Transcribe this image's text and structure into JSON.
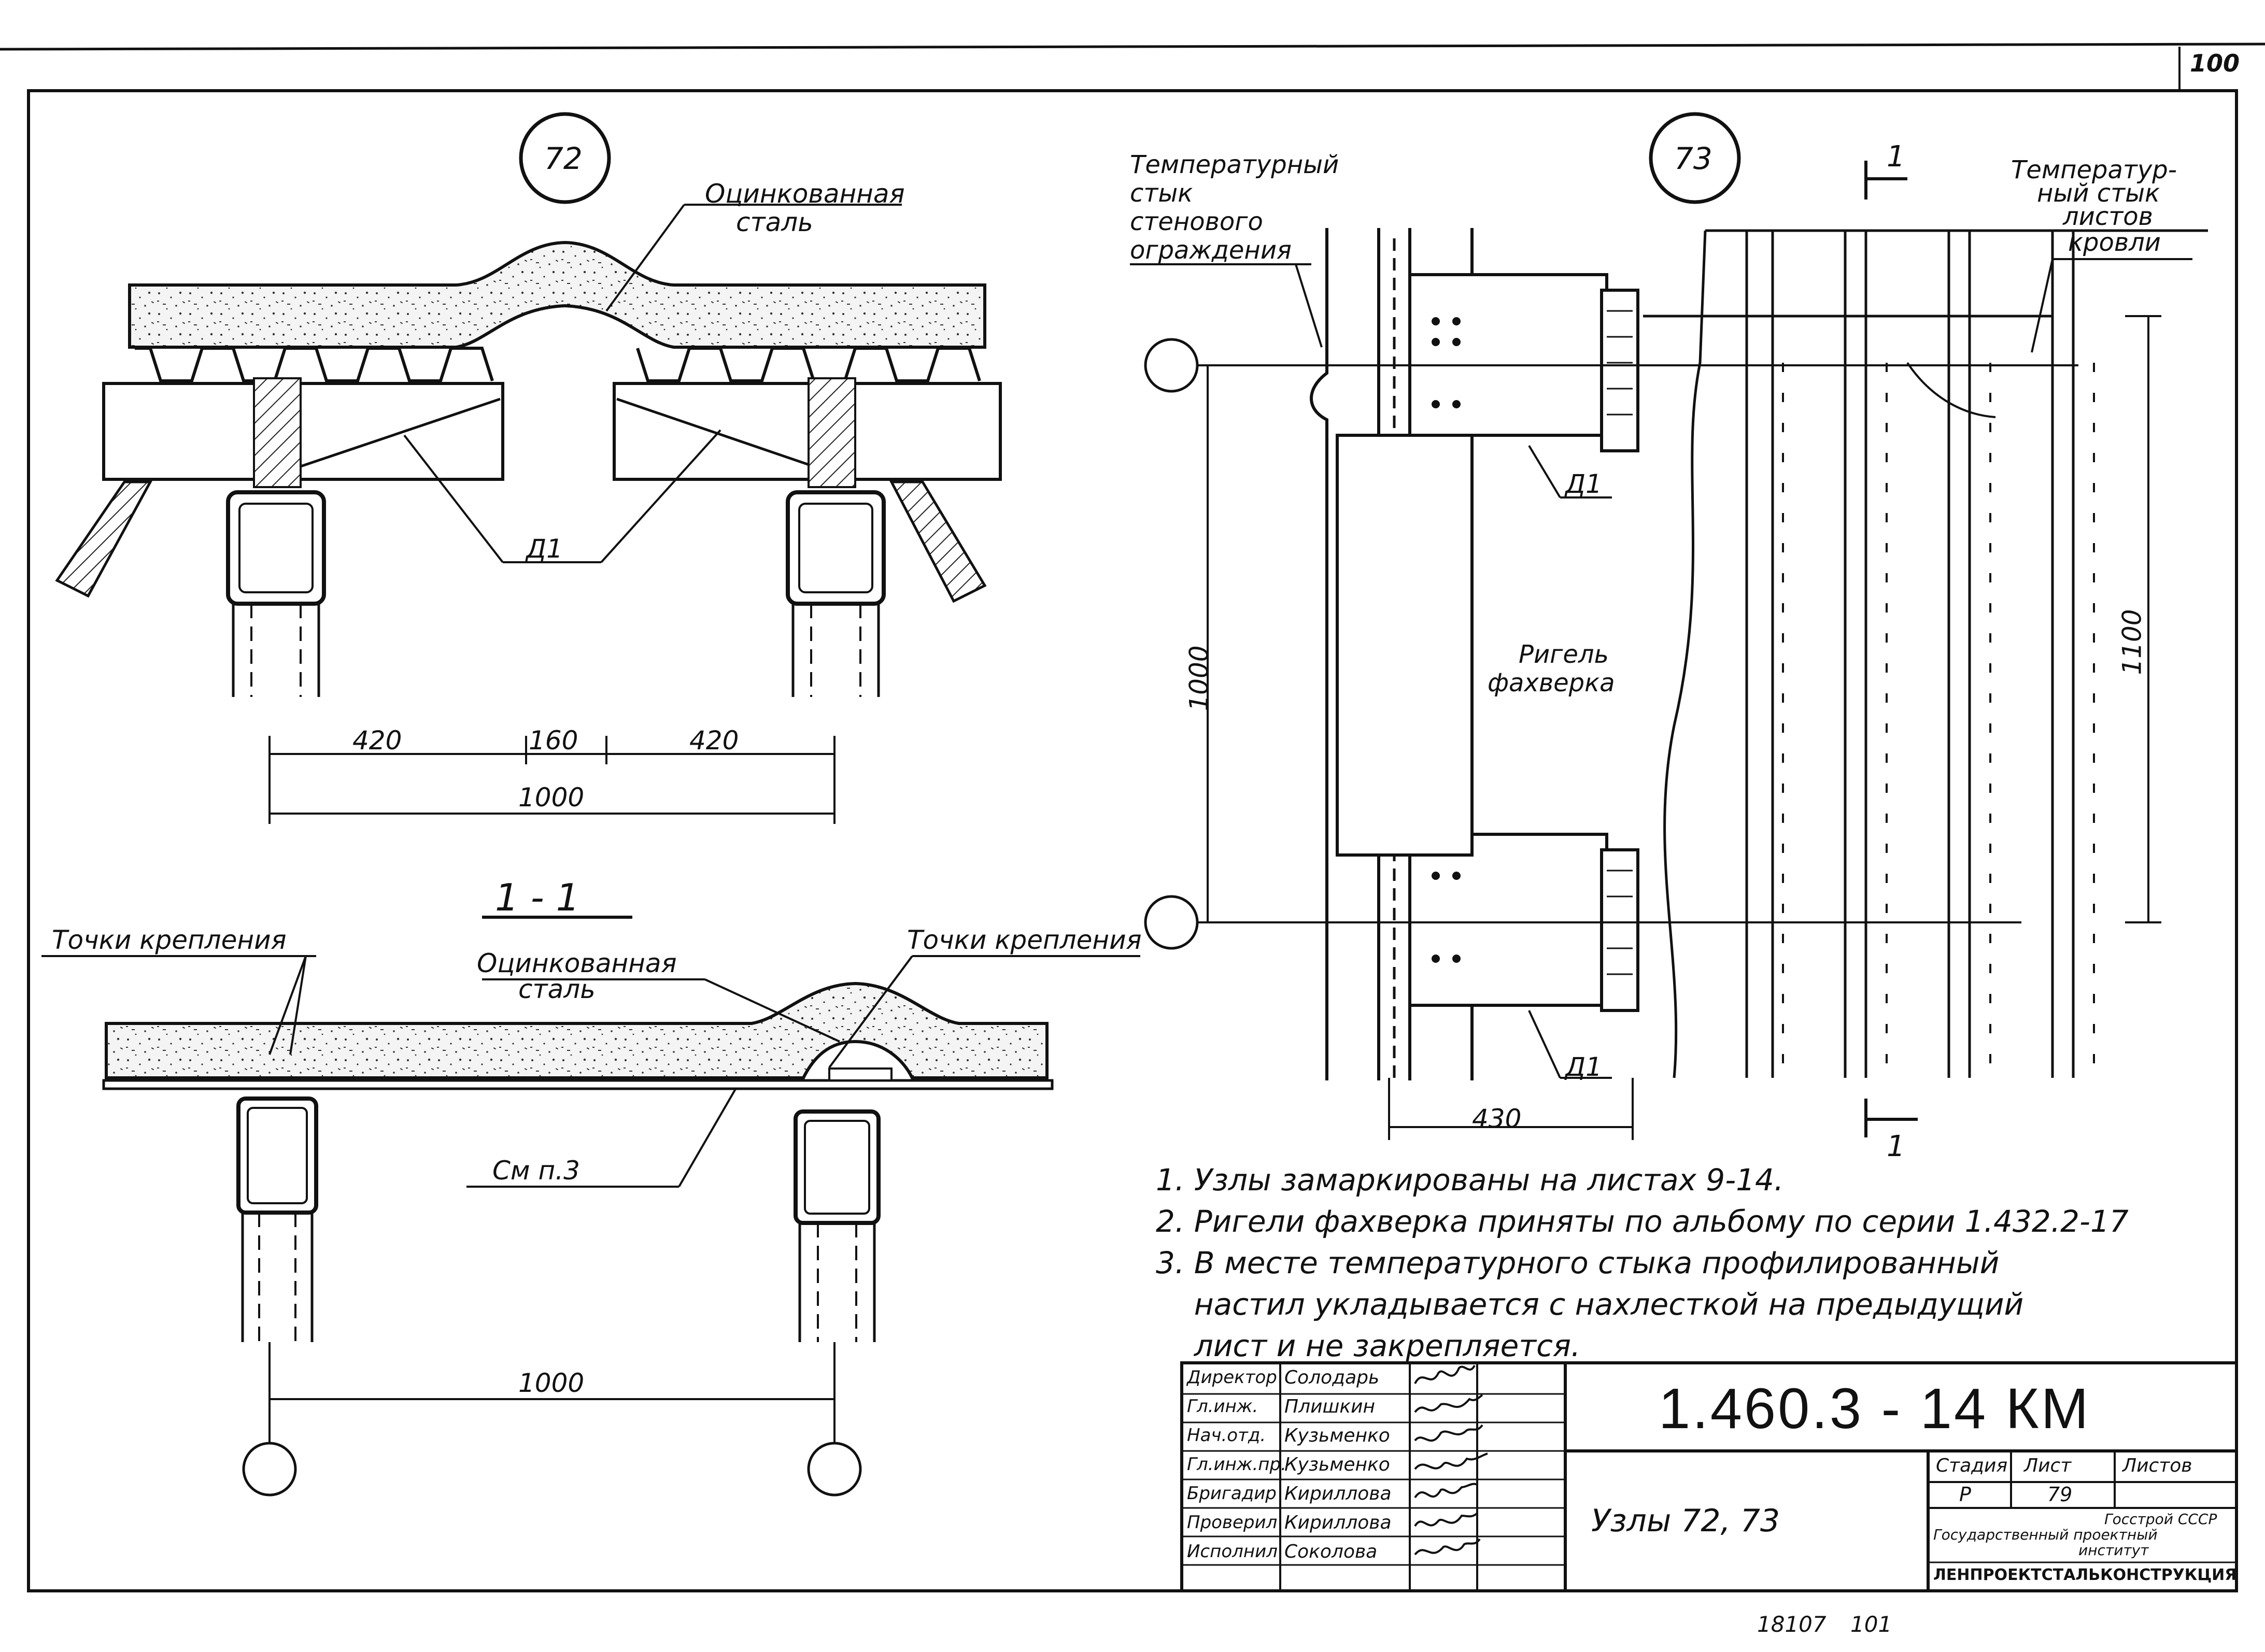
{
  "sheet": {
    "page_number": "100",
    "bottom_left_mark": "18107",
    "bottom_right_mark": "101"
  },
  "node72": {
    "number": "72",
    "label_galv_line1": "Оцинкованная",
    "label_galv_line2": "сталь",
    "label_d1": "Д1",
    "dim_left": "420",
    "dim_mid": "160",
    "dim_right": "420",
    "dim_total": "1000"
  },
  "section11": {
    "title": "1 - 1",
    "fix_points_left": "Точки крепления",
    "fix_points_right": "Точки крепления",
    "label_galv_line1": "Оцинкованная",
    "label_galv_line2": "сталь",
    "see_note": "См п.3",
    "dim_total": "1000"
  },
  "node73": {
    "number": "73",
    "label_left_lines": [
      "Температурный",
      "стык",
      "стенового",
      "ограждения"
    ],
    "label_right_lines": [
      "Температур-",
      "ный стык",
      "листов",
      "кровли"
    ],
    "label_d1_top": "Д1",
    "label_d1_bottom": "Д1",
    "label_rigel_line1": "Ригель",
    "label_rigel_line2": "фахверка",
    "dim_vertical_left": "1000",
    "dim_vertical_right": "1100",
    "dim_bottom": "430",
    "section_mark": "1"
  },
  "notes": [
    "1. Узлы замаркированы на листах 9-14.",
    "2. Ригели фахверка приняты по альбому  по серии 1.432.2-17",
    "3. В месте температурного стыка  профилированный",
    "    настил укладывается с нахлесткой на предыдущий",
    "    лист и не закрепляется."
  ],
  "title_block": {
    "code": "1.460.3 - 14  КМ",
    "roles": [
      "Директор",
      "Гл.инж.",
      "Нач.отд.",
      "Гл.инж.пр.",
      "Бригадир",
      "Проверил",
      "Исполнил"
    ],
    "names": [
      "Солодарь",
      "Плишкин",
      "Кузьменко",
      "Кузьменко",
      "Кириллова",
      "Кириллова",
      "Соколова"
    ],
    "sheet_title": "Узлы  72, 73",
    "stage_header": "Стадия",
    "sheet_header": "Лист",
    "sheets_header": "Листов",
    "stage_value": "Р",
    "sheet_value": "79",
    "sheets_value": "",
    "org_line1": "Госстрой СССР",
    "org_line2": "Государственный проектный",
    "org_line3": "институт",
    "org_line4": "ЛЕНПРОЕКТСТАЛЬКОНСТРУКЦИЯ"
  }
}
